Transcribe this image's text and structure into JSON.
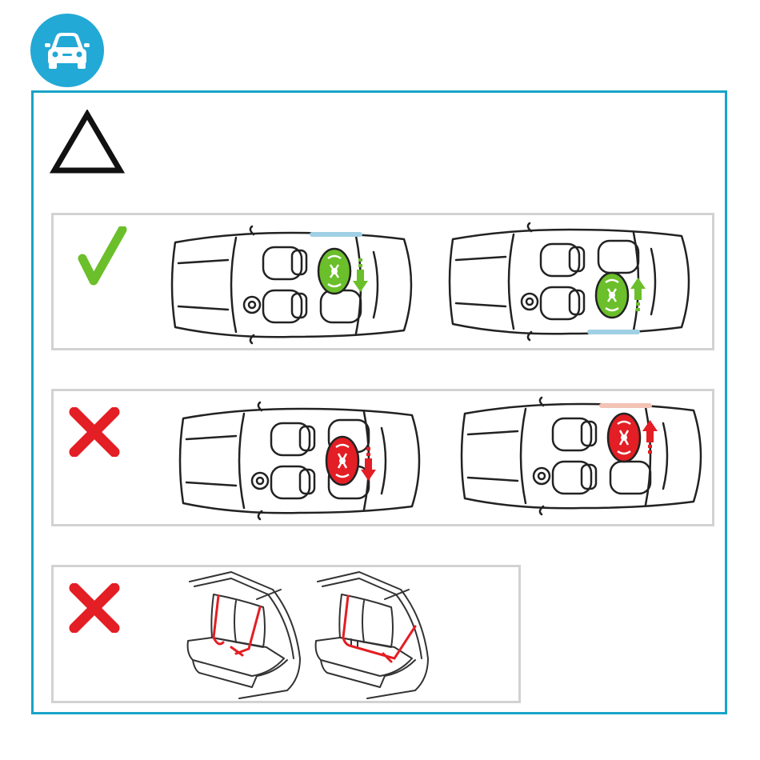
{
  "colors": {
    "frame": "#19a3c8",
    "badge": "#22a9d6",
    "ok": "#6bbf2a",
    "bad": "#e31e24",
    "panel_border": "#d2d2d2",
    "line": "#222222"
  },
  "icons": {
    "badge": "car-icon",
    "warning": "warning-triangle-icon",
    "ok": "checkmark-icon",
    "bad": "cross-icon"
  },
  "rows": [
    {
      "status": "ok",
      "cars": [
        {
          "seat": "front-passenger",
          "direction": "down"
        },
        {
          "seat": "front-passenger",
          "direction": "up"
        }
      ]
    },
    {
      "status": "bad",
      "cars": [
        {
          "seat": "front-passenger",
          "direction": "down"
        },
        {
          "seat": "front-passenger",
          "direction": "up"
        }
      ]
    },
    {
      "status": "bad",
      "scene": "rear-bench-seatbelts"
    }
  ]
}
